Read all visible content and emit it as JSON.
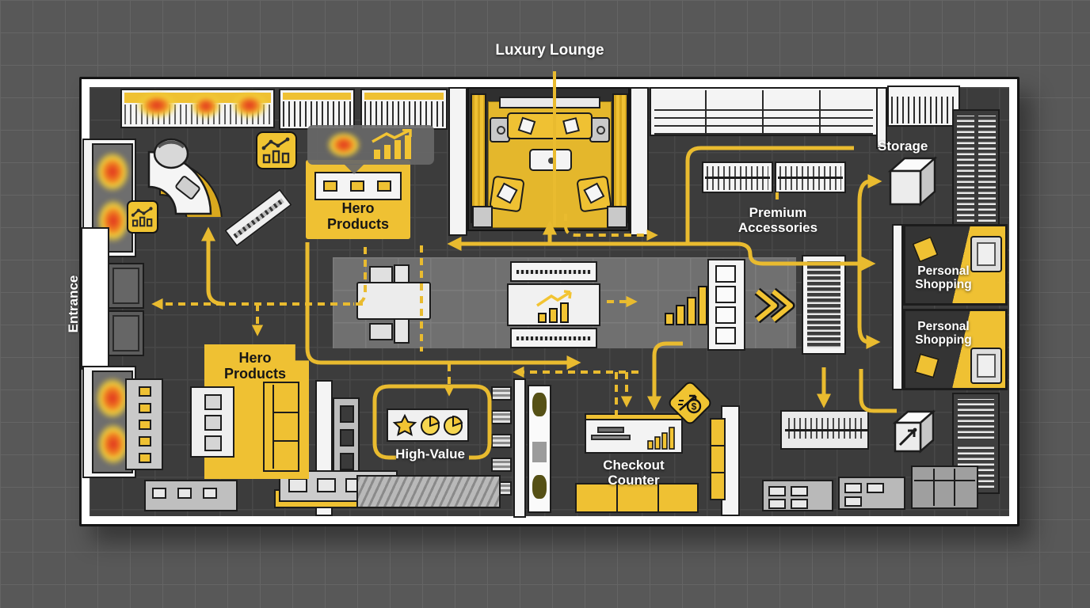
{
  "diagram": {
    "type": "retail-store-floor-plan-flow-analysis",
    "labels": {
      "luxury_lounge": "Luxury Lounge",
      "storage": "Storage",
      "premium_accessories": "Premium Accessories",
      "personal_shopping_a": "Personal Shopping",
      "personal_shopping_b": "Personal Shopping",
      "hero_products_top": "Hero Products",
      "hero_products_bottom": "Hero Products",
      "high_value": "High-Value",
      "checkout_counter": "Checkout Counter",
      "entrance": "Entrance"
    },
    "icons_text": {
      "dollar": "$"
    },
    "icons": {
      "analytics_badge_top": "bar-chart-with-trend-line",
      "analytics_badge_left": "bar-chart-with-trend-line",
      "hotspot_tooltip": "heatmap-blob-and-rising-bar-chart",
      "revenue_badge": "dollar-circle-with-growth-arrow",
      "high_value_display": "star-and-pie-chart-markers",
      "center_display_chart": "rising-bar-chart-with-arrow",
      "growth_bars": "ascending-bars",
      "fast_path_chevrons": "double-chevron-right",
      "storage_box": "cube",
      "transfer_box": "arrow-up-right-cube"
    },
    "colors": {
      "background": "#585858",
      "floor": "#3C3C3C",
      "aisle": "#707070",
      "wall": "#FFFFFF",
      "accent_yellow": "#EFC133",
      "flow_yellow": "#E9BB2F",
      "heat_hot": "#E23A20",
      "heat_warm": "#EF7B1F",
      "heat_mild": "#F2CF3A",
      "label_text": "#FFFFFF",
      "zone_text": "#161616"
    }
  }
}
